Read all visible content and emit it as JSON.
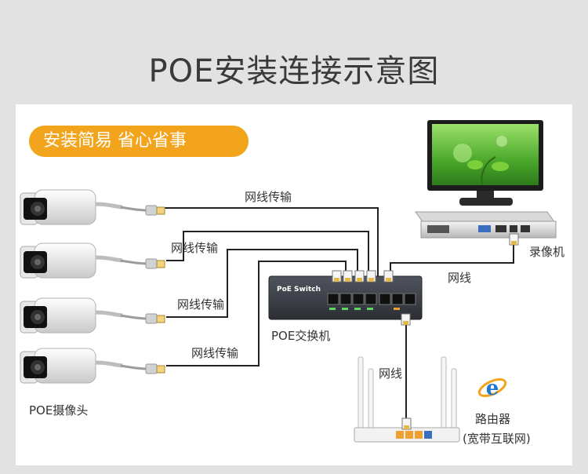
{
  "title": "POE安装连接示意图",
  "badge": "安装简易  省心省事",
  "links": {
    "cam1": "网线传输",
    "cam2": "网线传输",
    "cam3": "网线传输",
    "cam4": "网线传输",
    "nvr": "网线",
    "router": "网线"
  },
  "devices": {
    "cameras": "POE摄像头",
    "switch": "POE交换机",
    "switch_brand": "PoE Switch",
    "nvr": "录像机",
    "router": "路由器",
    "router_sub": "(宽带互联网)"
  },
  "colors": {
    "badge": "#f2a41c",
    "switch_body": "#3c3f47",
    "monitor_frame": "#1c1c1c",
    "screen": "#5fbe3a",
    "cable": "#222222"
  }
}
